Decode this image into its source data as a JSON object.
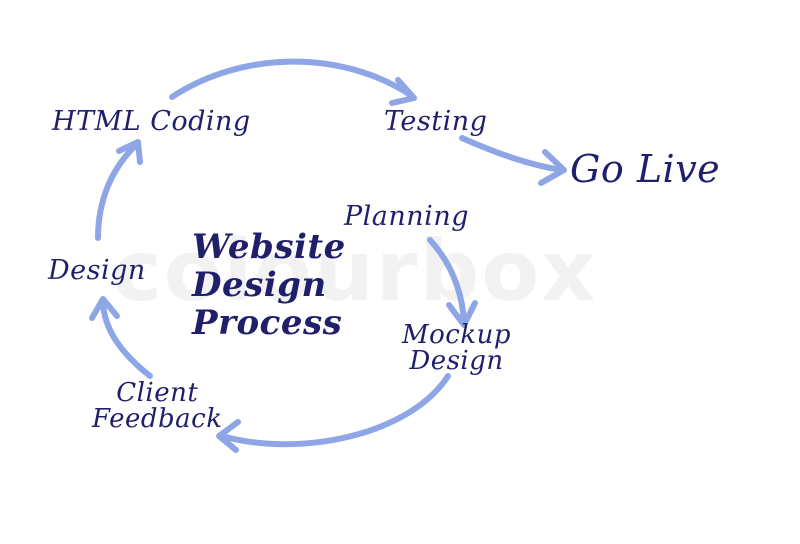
{
  "watermark": "colourbox",
  "title": [
    "Website",
    "Design",
    "Process"
  ],
  "nodes": {
    "html_coding": "HTML Coding",
    "testing": "Testing",
    "go_live": "Go Live",
    "planning": "Planning",
    "mockup_line1": "Mockup",
    "mockup_line2": "Design",
    "client_line1": "Client",
    "client_line2": "Feedback",
    "design": "Design"
  },
  "colors": {
    "text": "#1f1f6b",
    "arrow": "#8ea6e6",
    "watermark": "#f2f2f2"
  }
}
